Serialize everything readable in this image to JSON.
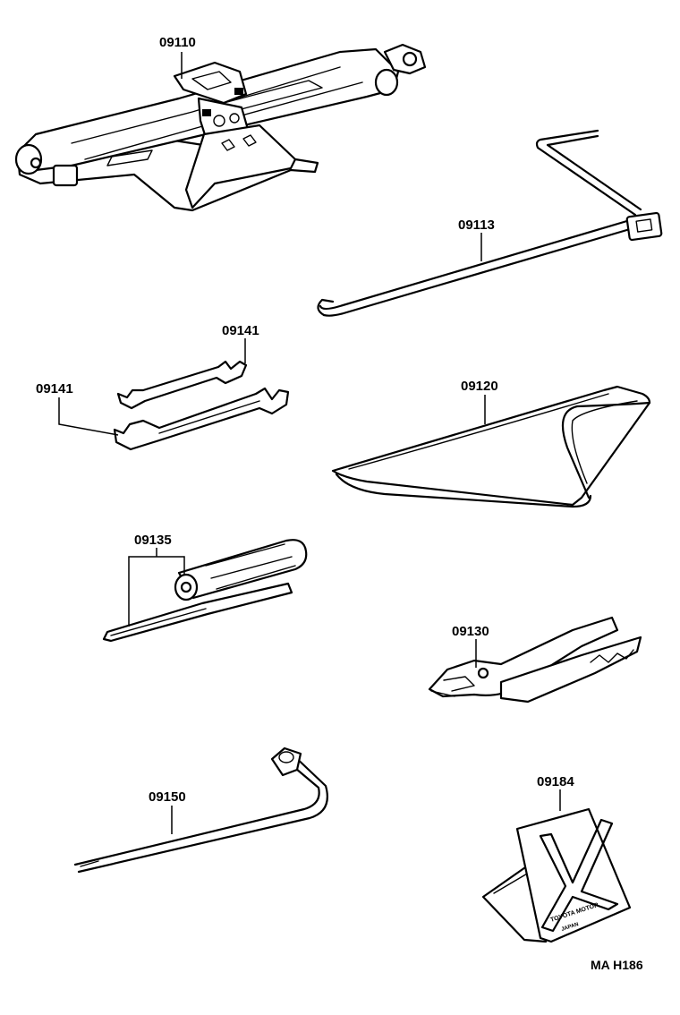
{
  "diagram": {
    "parts": [
      {
        "id": "jack",
        "number": "09110"
      },
      {
        "id": "jack-handle",
        "number": "09113"
      },
      {
        "id": "wrench-upper",
        "number": "09141"
      },
      {
        "id": "wrench-lower",
        "number": "09141"
      },
      {
        "id": "tool-bag",
        "number": "09120"
      },
      {
        "id": "screwdriver",
        "number": "09135"
      },
      {
        "id": "pliers",
        "number": "09130"
      },
      {
        "id": "wheel-nut-wrench",
        "number": "09150"
      },
      {
        "id": "wheel-chock",
        "number": "09184"
      }
    ],
    "chock_marking": [
      "TOYOTA MOTOR",
      "JAPAN"
    ],
    "reference_code": "MA H186"
  }
}
